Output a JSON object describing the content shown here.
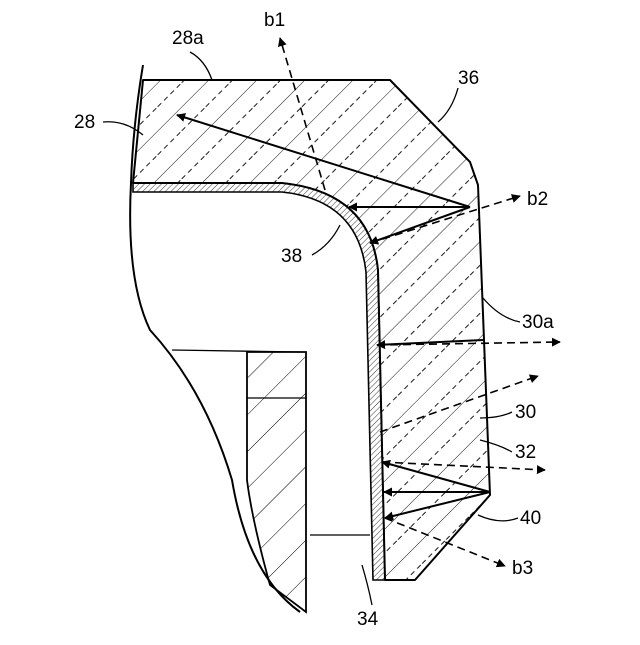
{
  "labels": {
    "l28a": "28a",
    "l28": "28",
    "lb1": "b1",
    "l36": "36",
    "lb2": "b2",
    "l38": "38",
    "l30a": "30a",
    "l30": "30",
    "l32": "32",
    "l40": "40",
    "lb3": "b3",
    "l34": "34"
  }
}
